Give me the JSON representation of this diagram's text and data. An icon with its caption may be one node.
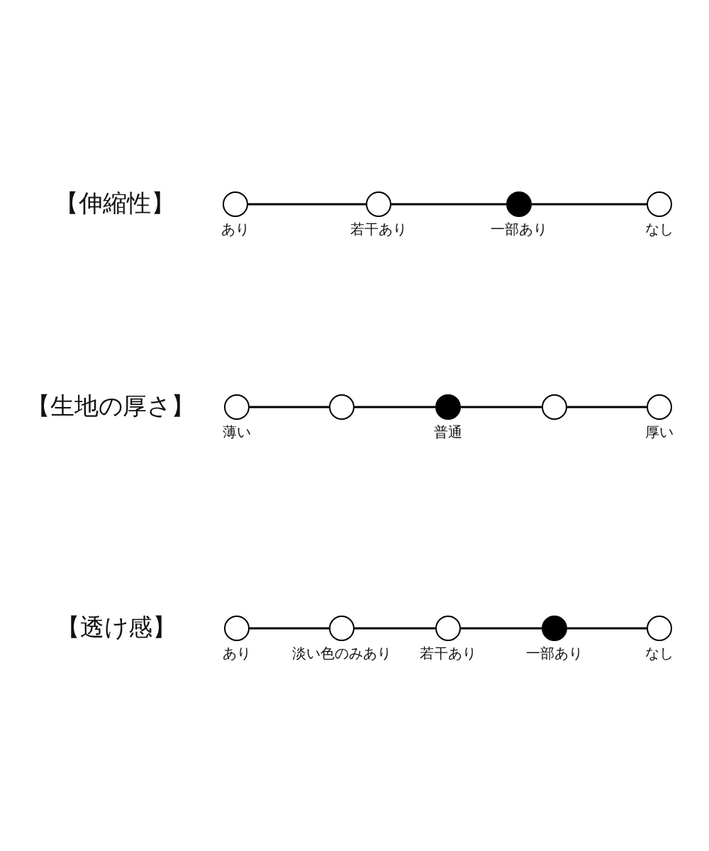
{
  "diagram": {
    "nodes": [
      {
        "text": [],
        "shape": "circle",
        "beside": [
          "あり"
        ]
      },
      {
        "text": [],
        "shape": "circle",
        "beside": [
          "若干あり"
        ]
      },
      {
        "text": [],
        "shape": "dot",
        "beside": [
          "一部あり"
        ]
      },
      {
        "text": [],
        "shape": "circle",
        "beside": [
          "なし"
        ]
      },
      {
        "text": [],
        "shape": "circle",
        "beside": [
          "薄い"
        ]
      },
      {
        "text": [],
        "shape": "circle"
      },
      {
        "text": [],
        "shape": "dot",
        "beside": [
          "普通"
        ]
      },
      {
        "text": [],
        "shape": "circle"
      },
      {
        "text": [],
        "shape": "circle",
        "beside": [
          "厚い"
        ]
      },
      {
        "text": [],
        "shape": "circle",
        "beside": [
          "あり"
        ]
      },
      {
        "text": [],
        "shape": "circle",
        "beside": [
          "淡い色のみあり"
        ]
      },
      {
        "text": [],
        "shape": "circle",
        "beside": [
          "若干あり"
        ]
      },
      {
        "text": [],
        "shape": "dot",
        "beside": [
          "一部あり"
        ]
      },
      {
        "text": [],
        "shape": "circle",
        "beside": [
          "なし"
        ]
      }
    ],
    "edges": [
      {
        "from": 0,
        "to": 1,
        "arrow": "none"
      },
      {
        "from": 1,
        "to": 2,
        "arrow": "none"
      },
      {
        "from": 2,
        "to": 3,
        "arrow": "none"
      },
      {
        "from": 4,
        "to": 5,
        "arrow": "none"
      },
      {
        "from": 5,
        "to": 6,
        "arrow": "none"
      },
      {
        "from": 6,
        "to": 7,
        "arrow": "none"
      },
      {
        "from": 7,
        "to": 8,
        "arrow": "none"
      },
      {
        "from": 9,
        "to": 10,
        "arrow": "none"
      },
      {
        "from": 10,
        "to": 11,
        "arrow": "none"
      },
      {
        "from": 11,
        "to": 12,
        "arrow": "none"
      },
      {
        "from": 12,
        "to": 13,
        "arrow": "none"
      }
    ],
    "labels": [
      "【伸縮性】",
      "【生地の厚さ】",
      "【透け感】"
    ]
  }
}
